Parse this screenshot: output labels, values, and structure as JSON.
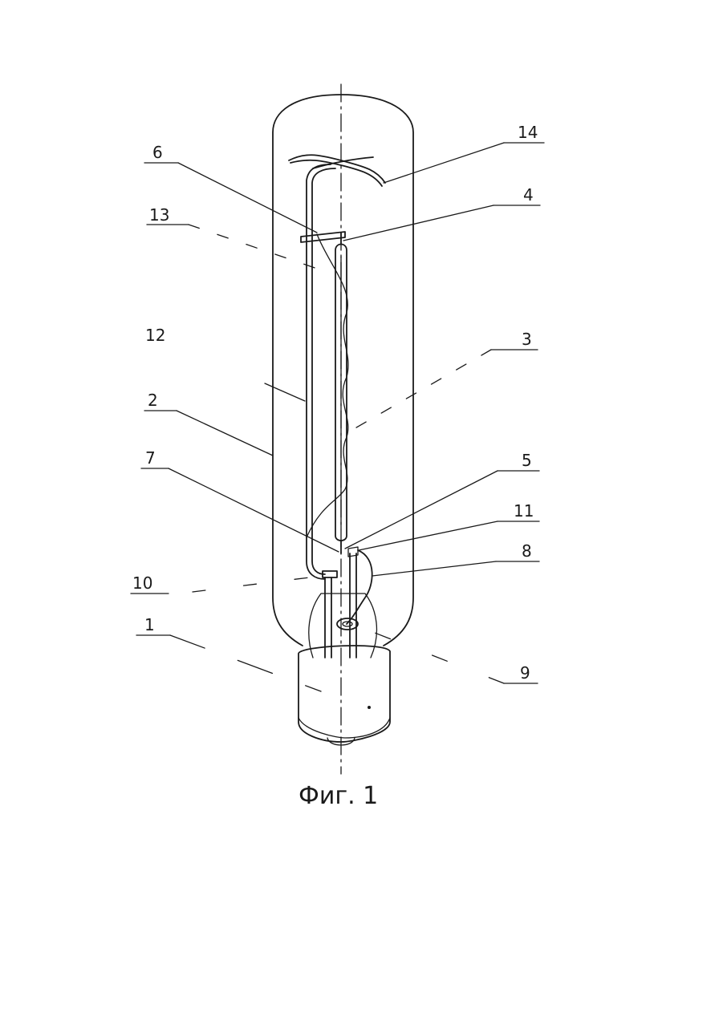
{
  "figure": {
    "caption": "Фиг. 1",
    "labels": [
      {
        "key": "l14",
        "text": "14"
      },
      {
        "key": "l6",
        "text": "6"
      },
      {
        "key": "l4",
        "text": "4"
      },
      {
        "key": "l13",
        "text": "13"
      },
      {
        "key": "l12",
        "text": "12"
      },
      {
        "key": "l3",
        "text": "3"
      },
      {
        "key": "l2",
        "text": "2"
      },
      {
        "key": "l7",
        "text": "7"
      },
      {
        "key": "l5",
        "text": "5"
      },
      {
        "key": "l11",
        "text": "11"
      },
      {
        "key": "l8",
        "text": "8"
      },
      {
        "key": "l10",
        "text": "10"
      },
      {
        "key": "l1",
        "text": "1"
      },
      {
        "key": "l9",
        "text": "9"
      }
    ]
  }
}
